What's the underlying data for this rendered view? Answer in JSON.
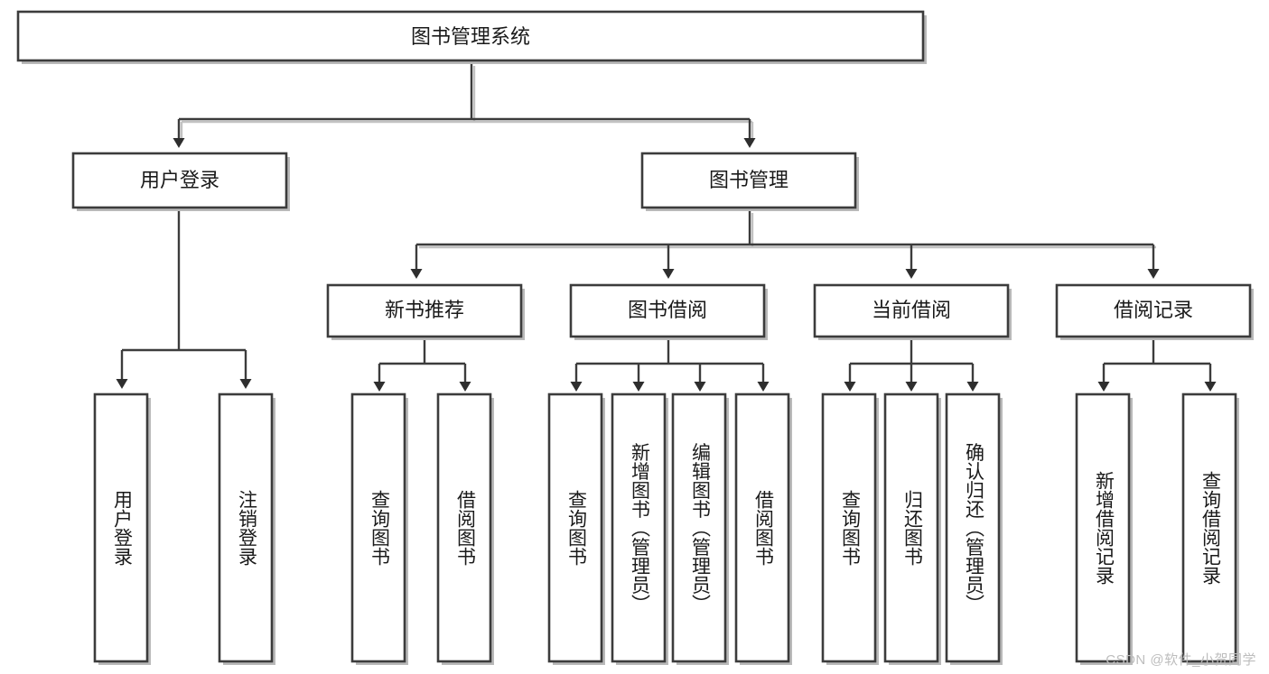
{
  "diagram": {
    "title": "图书管理系统",
    "type": "hierarchy-tree",
    "watermark": "CSDN @软件_小贺同学",
    "nodes": {
      "root": {
        "label": "图书管理系统",
        "level": 0,
        "orientation": "horizontal"
      },
      "level2": [
        {
          "id": "user-login",
          "label": "用户登录",
          "orientation": "horizontal"
        },
        {
          "id": "book-manage",
          "label": "图书管理",
          "orientation": "horizontal"
        }
      ],
      "level3": [
        {
          "id": "new-book-rec",
          "label": "新书推荐",
          "orientation": "horizontal"
        },
        {
          "id": "book-borrow",
          "label": "图书借阅",
          "orientation": "horizontal"
        },
        {
          "id": "current-borrow",
          "label": "当前借阅",
          "orientation": "horizontal"
        },
        {
          "id": "borrow-record",
          "label": "借阅记录",
          "orientation": "horizontal"
        }
      ],
      "leaves": [
        {
          "id": "leaf-user-login",
          "label": "用户登录",
          "parent": "user-login",
          "orientation": "vertical"
        },
        {
          "id": "leaf-logout",
          "label": "注销登录",
          "parent": "user-login",
          "orientation": "vertical"
        },
        {
          "id": "leaf-query-book-1",
          "label": "查询图书",
          "parent": "new-book-rec",
          "orientation": "vertical"
        },
        {
          "id": "leaf-borrow-book-1",
          "label": "借阅图书",
          "parent": "new-book-rec",
          "orientation": "vertical"
        },
        {
          "id": "leaf-query-book-2",
          "label": "查询图书",
          "parent": "book-borrow",
          "orientation": "vertical"
        },
        {
          "id": "leaf-add-book",
          "label": "新增图书（管理员）",
          "parent": "book-borrow",
          "orientation": "vertical"
        },
        {
          "id": "leaf-edit-book",
          "label": "编辑图书（管理员）",
          "parent": "book-borrow",
          "orientation": "vertical"
        },
        {
          "id": "leaf-borrow-book-2",
          "label": "借阅图书",
          "parent": "book-borrow",
          "orientation": "vertical"
        },
        {
          "id": "leaf-query-book-3",
          "label": "查询图书",
          "parent": "current-borrow",
          "orientation": "vertical"
        },
        {
          "id": "leaf-return-book",
          "label": "归还图书",
          "parent": "current-borrow",
          "orientation": "vertical"
        },
        {
          "id": "leaf-confirm-return",
          "label": "确认归还（管理员）",
          "parent": "current-borrow",
          "orientation": "vertical"
        },
        {
          "id": "leaf-add-record",
          "label": "新增借阅记录",
          "parent": "borrow-record",
          "orientation": "vertical"
        },
        {
          "id": "leaf-query-record",
          "label": "查询借阅记录",
          "parent": "borrow-record",
          "orientation": "vertical"
        }
      ]
    },
    "colors": {
      "box_stroke": "#3c3c3c",
      "box_fill": "#ffffff",
      "connector": "#3c3c3c",
      "text": "#1a1a1a",
      "watermark": "#bdbdbd",
      "background": "#ffffff"
    }
  }
}
